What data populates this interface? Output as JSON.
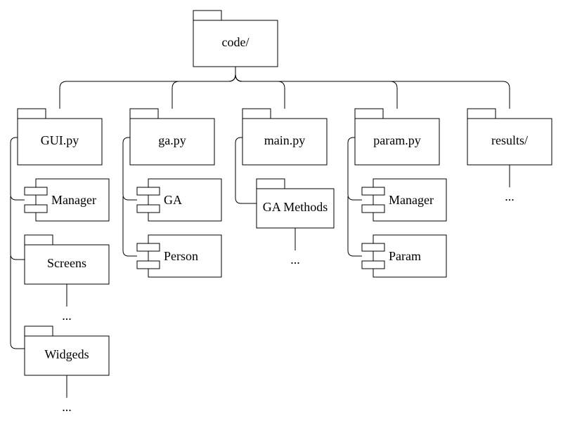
{
  "diagram": {
    "root": {
      "label": "code/"
    },
    "modules": [
      {
        "label": "GUI.py"
      },
      {
        "label": "ga.py"
      },
      {
        "label": "main.py"
      },
      {
        "label": "param.py"
      },
      {
        "label": "results/"
      }
    ],
    "children": {
      "gui_manager": "Manager",
      "gui_screens": "Screens",
      "gui_widgeds": "Widgeds",
      "ga_ga": "GA",
      "ga_person": "Person",
      "main_ga_methods": "GA Methods",
      "param_manager": "Manager",
      "param_param": "Param"
    },
    "ellipsis": "..."
  },
  "colors": {
    "stroke": "#000000",
    "fill": "#ffffff",
    "text": "#000000"
  }
}
